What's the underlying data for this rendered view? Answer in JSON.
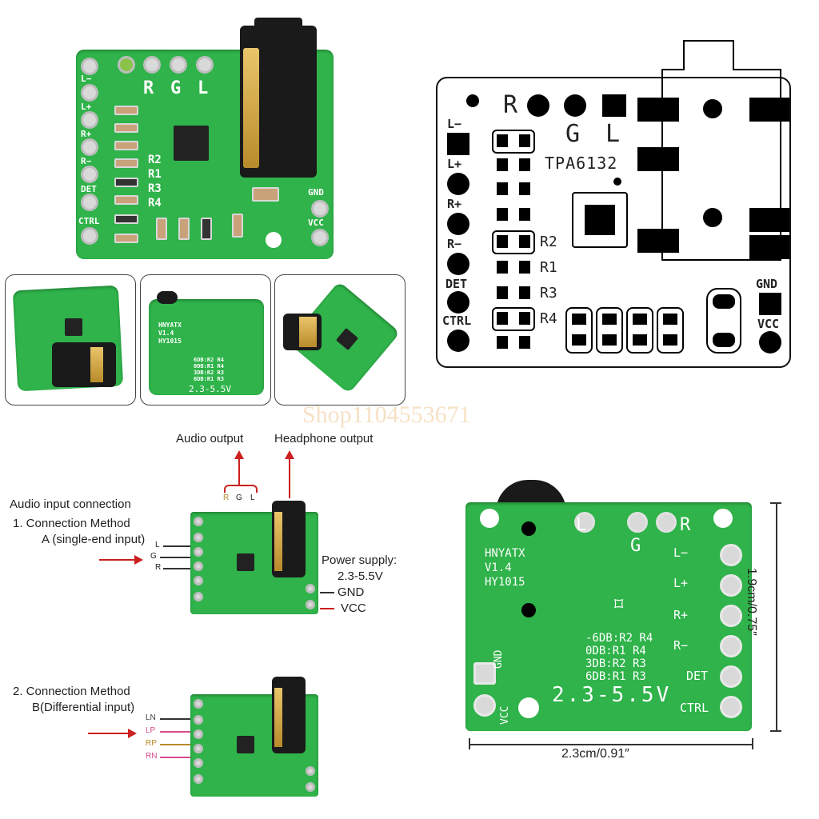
{
  "board_top": {
    "labels": {
      "r": "R",
      "g": "G",
      "l": "L",
      "lminus": "L−",
      "lplus": "L+",
      "rplus": "R+",
      "rminus": "R−",
      "det": "DET",
      "ctrl": "CTRL",
      "gnd": "GND",
      "vcc": "VCC",
      "r2": "R2",
      "r1": "R1",
      "r3": "R3",
      "r4": "R4"
    }
  },
  "schematic": {
    "chip": "TPA6132",
    "labels": {
      "r": "R",
      "g": "G",
      "l": "L",
      "lminus": "L−",
      "lplus": "L+",
      "rplus": "R+",
      "rminus": "R−",
      "det": "DET",
      "ctrl": "CTRL",
      "gnd": "GND",
      "vcc": "VCC",
      "r2": "R2",
      "r1": "R1",
      "r3": "R3",
      "r4": "R4"
    }
  },
  "thumb_back": {
    "brand": "HNYATX",
    "version": "V1.4",
    "model": "HY1015",
    "gain_lines": [
      "6DB:R2 R4",
      "0DB:R1 R4",
      "3DB:R2 R3",
      "6DB:R1 R3"
    ],
    "voltage": "2.3-5.5V"
  },
  "watermark": "Shop1104553671",
  "wiring": {
    "audio_output": "Audio output",
    "headphone_output": "Headphone output",
    "audio_input_connection": "Audio input connection",
    "method_a_line1": "1. Connection Method",
    "method_a_line2": "A (single-end input)",
    "method_a_pins": [
      "L",
      "G",
      "R"
    ],
    "top_pins": [
      "R",
      "G",
      "L"
    ],
    "power_supply": "Power supply:",
    "power_range": "2.3-5.5V",
    "gnd": "GND",
    "vcc": "VCC",
    "method_b_line1": "2. Connection Method",
    "method_b_line2": "B(Differential input)",
    "method_b_pins": [
      "LN",
      "LP",
      "RP",
      "RN"
    ]
  },
  "board_back": {
    "brand": "HNYATX",
    "version": "V1.4",
    "model": "HY1015",
    "top_l": "L",
    "top_g": "G",
    "top_r": "R",
    "side": [
      "L−",
      "L+",
      "R+",
      "R−",
      "DET",
      "CTRL"
    ],
    "gnd": "GND",
    "vcc": "VCC",
    "gain_lines": [
      "-6DB:R2  R4",
      "0DB:R1  R4",
      "3DB:R2  R3",
      "6DB:R1  R3"
    ],
    "voltage": "2.3-5.5V",
    "height_dim": "1.9cm/0.75″",
    "width_dim": "2.3cm/0.91″"
  }
}
